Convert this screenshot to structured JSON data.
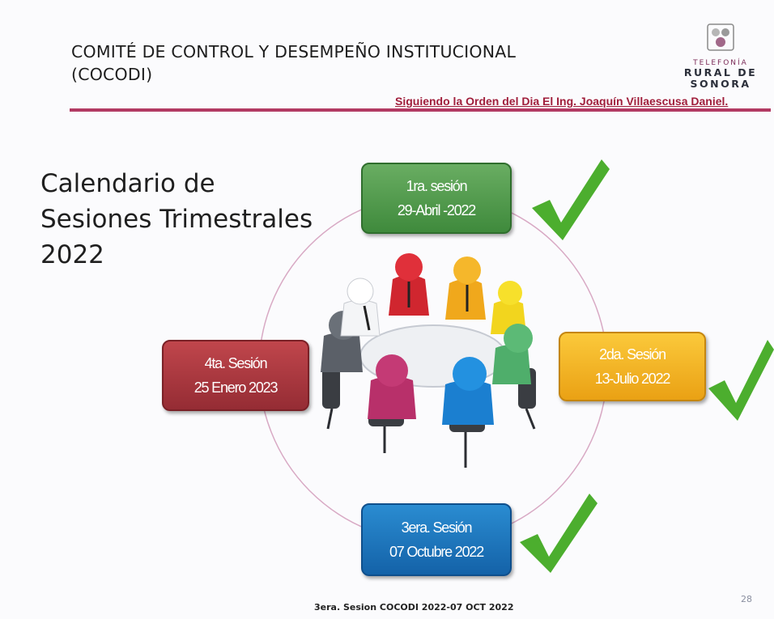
{
  "header": {
    "title_line1": "COMITÉ DE CONTROL Y DESEMPEÑO INSTITUCIONAL",
    "title_line2": "(COCODI)",
    "subtitle": "Siguiendo la Orden del Dia El Ing. Joaquín Villaescusa Daniel."
  },
  "logo": {
    "line1": "TELEFONÍA",
    "line2": "RURAL DE",
    "line3": "SONORA"
  },
  "main": {
    "title_line1": "Calendario de",
    "title_line2": "Sesiones Trimestrales",
    "title_line3": "2022"
  },
  "sessions": [
    {
      "label": "1ra. sesión",
      "date": "29-Abril -2022",
      "color": "#4f9a4b",
      "completed": true
    },
    {
      "label": "2da. Sesión",
      "date": "13-Julio 2022",
      "color": "#f5b82a",
      "completed": true
    },
    {
      "label": "3era. Sesión",
      "date": "07 Octubre 2022",
      "color": "#1e76bd",
      "completed": true
    },
    {
      "label": "4ta. Sesión",
      "date": "25 Enero 2023",
      "color": "#a8353d",
      "completed": false
    }
  ],
  "footer": {
    "caption": "3era. Sesion COCODI 2022-07 OCT 2022",
    "page": "28"
  },
  "colors": {
    "accent_rule": "#b23a63",
    "subtitle_red": "#a01e3b",
    "check_green": "#4cae2e"
  }
}
